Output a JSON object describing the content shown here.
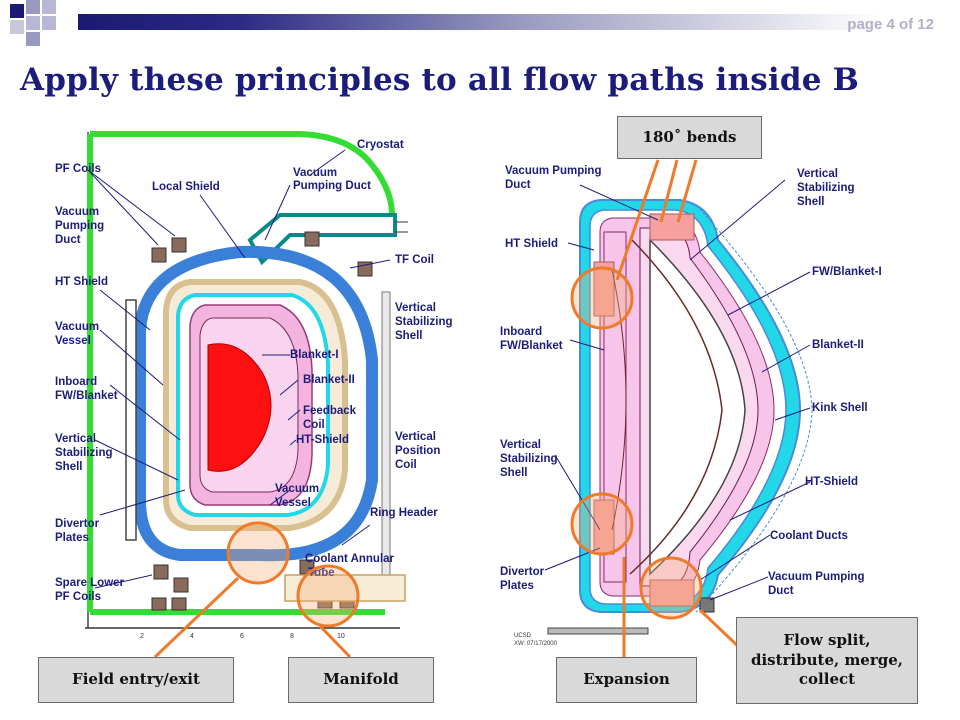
{
  "header": {
    "page_label": "page 4 of 12"
  },
  "title": "Apply these principles to all flow paths inside B",
  "callouts": {
    "bends": "180˚ bends",
    "field": "Field entry/exit",
    "manifold": "Manifold",
    "expansion": "Expansion",
    "flow_split": "Flow split, distribute, merge, collect"
  },
  "left_diagram": {
    "labels": {
      "cryostat": "Cryostat",
      "pf_coils": "PF Coils",
      "local_shield": "Local Shield",
      "vacuum_pumping_duct_1": "Vacuum",
      "vacuum_pumping_duct_2": "Pumping Duct",
      "vac_duct_a": "Vacuum",
      "vac_duct_b": "Pumping",
      "vac_duct_c": "Duct",
      "tf_coil": "TF Coil",
      "ht_shield": "HT Shield",
      "vert_stab_1": "Vertical",
      "vert_stab_2": "Stabilizing",
      "vert_stab_3": "Shell",
      "vacuum_vessel_1": "Vacuum",
      "vacuum_vessel_2": "Vessel",
      "blanket_1": "Blanket-I",
      "blanket_2": "Blanket-II",
      "inboard_1": "Inboard",
      "inboard_2": "FW/Blanket",
      "feedback_1": "Feedback",
      "feedback_2": "Coil",
      "ht_shield_2": "HT-Shield",
      "vs_left_1": "Vertical",
      "vs_left_2": "Stabilizing",
      "vs_left_3": "Shell",
      "vert_pos_1": "Vertical",
      "vert_pos_2": "Position",
      "vert_pos_3": "Coil",
      "vac_vessel_in_1": "Vacuum",
      "vac_vessel_in_2": "Vessel",
      "divertor_1": "Divertor",
      "divertor_2": "Plates",
      "ring_header": "Ring  Header",
      "spare_1": "Spare Lower",
      "spare_2": "PF Coils",
      "coolant_annular_1": "Coolant  Annular",
      "coolant_annular_2": "Tube",
      "axis_ticks": [
        "2",
        "4",
        "6",
        "8",
        "10"
      ]
    }
  },
  "right_diagram": {
    "labels": {
      "vac_pump_1": "Vacuum  Pumping",
      "vac_pump_2": "Duct",
      "ht_shield": "HT Shield",
      "vs_shell_1": "Vertical",
      "vs_shell_2": "Stabilizing",
      "vs_shell_3": "Shell",
      "fw_blanket_1": "FW/Blanket-I",
      "inboard_1": "Inboard",
      "inboard_2": "FW/Blanket",
      "blanket_2": "Blanket-II",
      "kink_shell": "Kink  Shell",
      "vs_low_1": "Vertical",
      "vs_low_2": "Stabilizing",
      "vs_low_3": "Shell",
      "ht_shield_2": "HT-Shield",
      "coolant_ducts": "Coolant  Ducts",
      "divertor_1": "Divertor",
      "divertor_2": "Plates",
      "vac_pump_b_1": "Vacuum  Pumping",
      "vac_pump_b_2": "Duct",
      "ucsd_1": "UCSD",
      "ucsd_2": "XW: 07/17/2000"
    }
  },
  "colors": {
    "title": "#1c1c7a",
    "callout_line": "#ee7a2a",
    "cryostat": "#33dd33",
    "blue_shell": "#3a7fd8",
    "plasma": "#ff1010",
    "pink": "#f4b4e0",
    "cyan": "#22d8e8"
  }
}
